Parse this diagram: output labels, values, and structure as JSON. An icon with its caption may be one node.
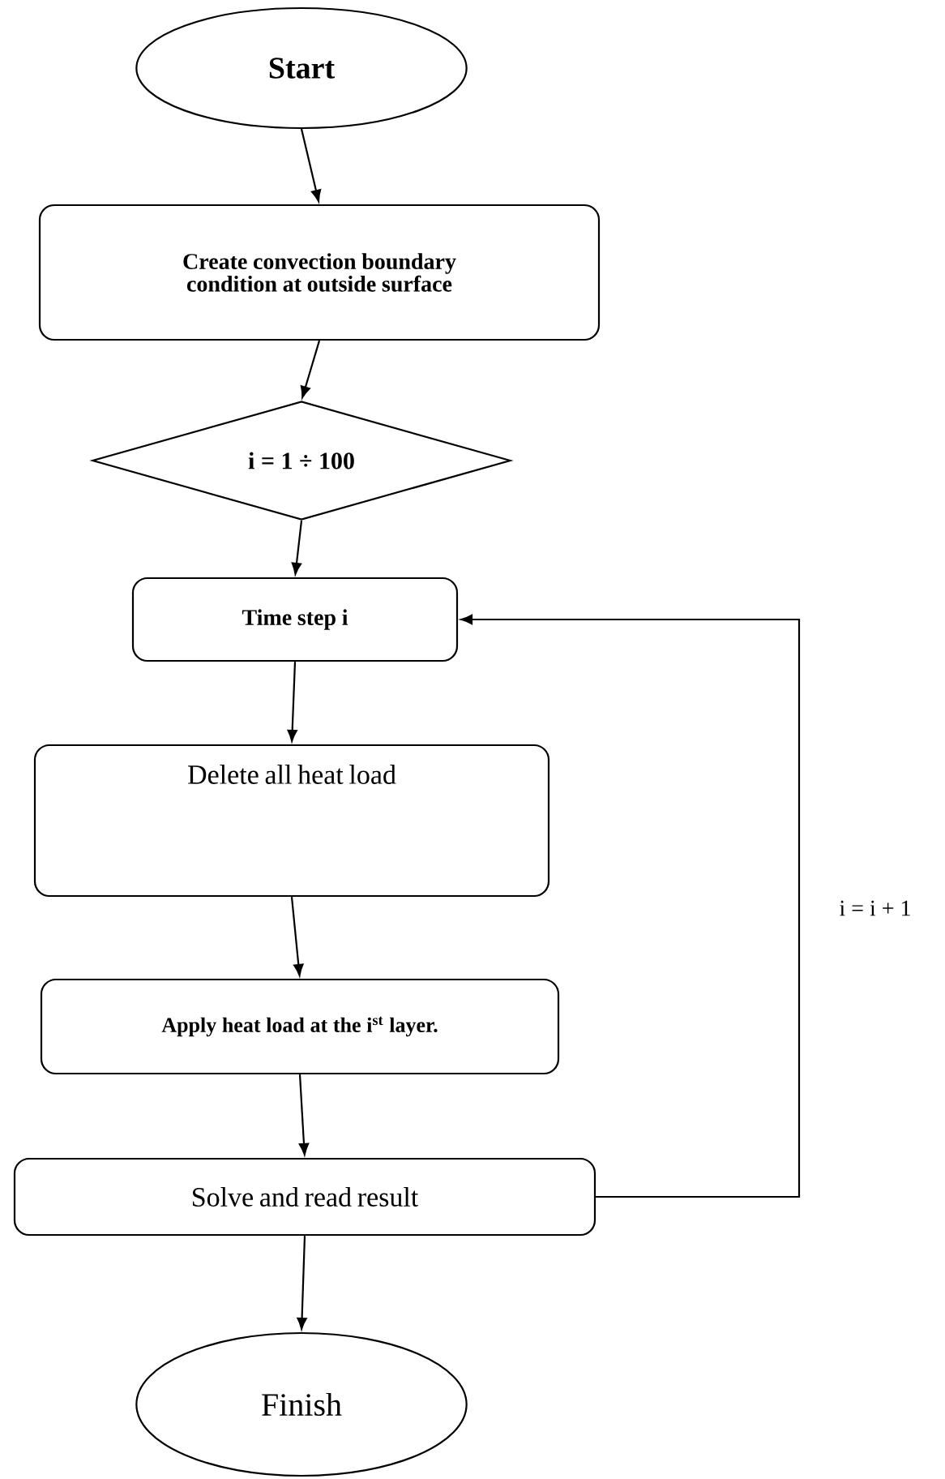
{
  "diagram": {
    "nodes": [
      {
        "text": [
          "Start"
        ]
      },
      {
        "text": [
          "Create convection boundary condition at outside surface"
        ]
      },
      {
        "text": [
          "i = 1 ÷ 100"
        ]
      },
      {
        "text": [
          "Time step i"
        ]
      },
      {
        "text": [
          "Delete all heat load"
        ]
      },
      {
        "text": [
          "Apply heat load at the i$^{st}$ layer."
        ]
      },
      {
        "text": [
          "Solve and read result"
        ]
      },
      {
        "text": [
          "Finish"
        ]
      }
    ],
    "edges": [
      {
        "from": 0,
        "to": 1,
        "arrow": "to"
      },
      {
        "from": 1,
        "to": 2,
        "arrow": "to"
      },
      {
        "from": 2,
        "to": 3,
        "arrow": "to"
      },
      {
        "from": 3,
        "to": 4,
        "arrow": "to"
      },
      {
        "from": 4,
        "to": 5,
        "arrow": "to"
      },
      {
        "from": 5,
        "to": 6,
        "arrow": "to"
      },
      {
        "from": 6,
        "to": 7,
        "arrow": "to"
      },
      {
        "from": 6,
        "to": 3,
        "arrow": "to",
        "label": "i = i + 1"
      }
    ]
  }
}
